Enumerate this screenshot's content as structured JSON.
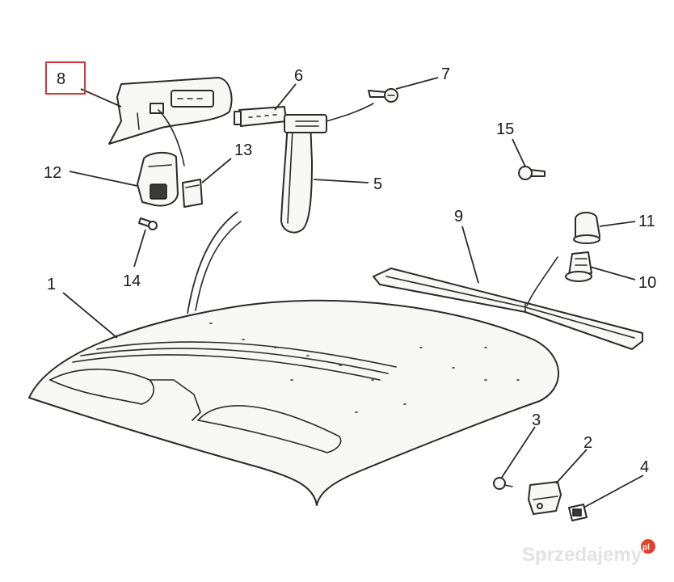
{
  "callouts": {
    "c1": "1",
    "c2": "2",
    "c3": "3",
    "c4": "4",
    "c5": "5",
    "c6": "6",
    "c7": "7",
    "c8": "8",
    "c9": "9",
    "c10": "10",
    "c11": "11",
    "c12": "12",
    "c13": "13",
    "c14": "14",
    "c15": "15"
  },
  "highlighted_callout": "8",
  "colors": {
    "highlight": "#d9323c",
    "watermark_dot": "#e4432b"
  },
  "watermark": {
    "text": "Sprzedajemy",
    "badge": "pl"
  }
}
